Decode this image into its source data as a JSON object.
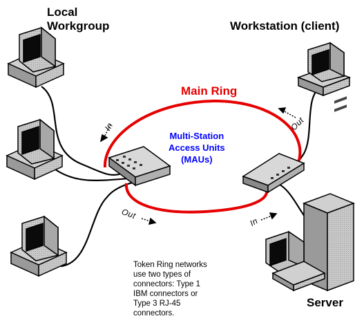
{
  "labels": {
    "local_workgroup": [
      "Local",
      "Workgroup"
    ],
    "workstation": "Workstation (client)",
    "main_ring": "Main Ring",
    "mau": [
      "Multi-Station",
      "Access Units",
      "(MAUs)"
    ],
    "server": "Server",
    "in_left": "In",
    "out_top_right": "Out",
    "out_bottom": "Out",
    "in_bottom_right": "In"
  },
  "note": [
    "Token Ring networks",
    "use two types of",
    "connectors: Type 1",
    "IBM connectors or",
    "Type 3 RJ-45",
    "connectors."
  ],
  "colors": {
    "ring": "#e60000",
    "cable": "#000000",
    "mau_label": "#0000ff",
    "device_body": "#c0c0c0",
    "device_shadow": "#808080",
    "screen": "#0a0a0a"
  }
}
